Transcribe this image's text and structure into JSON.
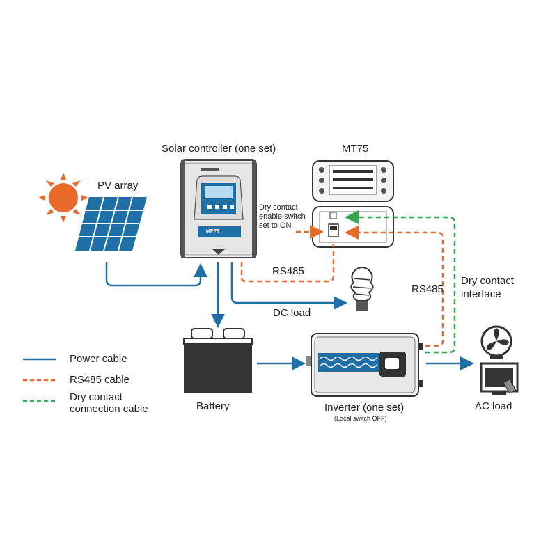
{
  "labels": {
    "solar_controller": "Solar controller (one set)",
    "mt75": "MT75",
    "pv_array": "PV array",
    "dry_contact_switch": "Dry contact enable switch set to ON",
    "rs485_top": "RS485",
    "rs485_right": "RS485",
    "dry_contact_interface": "Dry contact interface",
    "dc_load": "DC load",
    "battery": "Battery",
    "inverter": "Inverter (one set)",
    "inverter_note": "(Local switch OFF)",
    "ac_load": "AC load",
    "controller_brand": "MPPT"
  },
  "legend": [
    {
      "text": "Power cable",
      "color": "#1d6fa5",
      "style": "solid"
    },
    {
      "text": "RS485 cable",
      "color": "#e8692a",
      "style": "dashed"
    },
    {
      "text": "Dry contact connection cable",
      "color": "#2ea84a",
      "style": "dashed"
    }
  ],
  "colors": {
    "power": "#1d6fa5",
    "rs485": "#e8692a",
    "dry_contact": "#2ea84a",
    "sun": "#e8692a",
    "panel": "#1d6fa5"
  }
}
